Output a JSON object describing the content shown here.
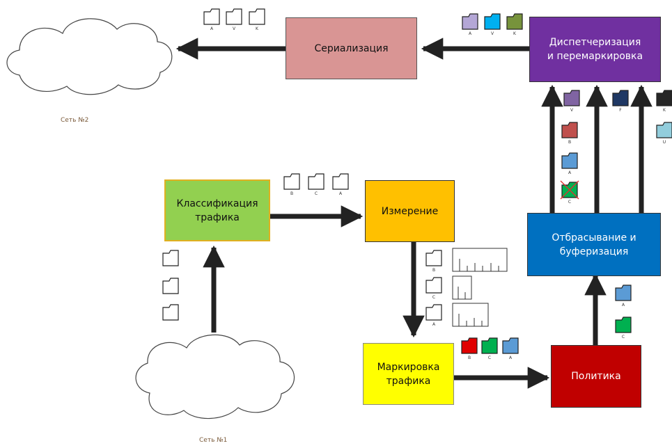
{
  "networks": {
    "net1_label": "Сеть №1",
    "net2_label": "Сеть №2"
  },
  "blocks": {
    "classification": "Классификация\nтрафика",
    "measurement": "Измерение",
    "marking": "Маркировка\nтрафика",
    "policy": "Политика",
    "drop_buffer": "Отбрасывание и\nбуферизация",
    "dispatch": "Диспетчеризация\nи перемаркировка",
    "serialization": "Сериализация"
  },
  "colors": {
    "classification": "#92d050",
    "measurement": "#ffc000",
    "marking": "#ffff00",
    "policy": "#c00000",
    "drop_buffer": "#0070c0",
    "dispatch": "#7030a0",
    "serialization": "#d99594",
    "arrow": "#222222"
  },
  "packet_groups": {
    "after_classification": {
      "labels": [
        "B",
        "C",
        "A"
      ],
      "colors": [
        "#ffffff",
        "#ffffff",
        "#ffffff"
      ]
    },
    "input_stack": {
      "labels": [
        "",
        "",
        ""
      ],
      "colors": [
        "#ffffff",
        "#ffffff",
        "#ffffff"
      ]
    },
    "measured": {
      "labels": [
        "B",
        "C",
        "A"
      ],
      "colors": [
        "#ffffff",
        "#ffffff",
        "#ffffff"
      ]
    },
    "marked": {
      "labels": [
        "B",
        "C",
        "A"
      ],
      "colors": [
        "#e00000",
        "#00b050",
        "#5b9bd5"
      ]
    },
    "policed": {
      "labels": [
        "A",
        "C"
      ],
      "colors": [
        "#5b9bd5",
        "#00b050"
      ]
    },
    "queue1": {
      "labels": [
        "V",
        "B",
        "A",
        "C"
      ],
      "colors": [
        "#8064a2",
        "#c0504d",
        "#5b9bd5",
        "#00b050"
      ],
      "dropped": "C"
    },
    "queue2": {
      "labels": [
        "F"
      ],
      "colors": [
        "#1f3864"
      ]
    },
    "queue3": {
      "labels": [
        "K",
        "U"
      ],
      "colors": [
        "#262626",
        "#92cddc"
      ]
    },
    "after_dispatch": {
      "labels": [
        "A",
        "V",
        "K"
      ],
      "colors": [
        "#b4a7d6",
        "#00b0f0",
        "#77933c"
      ]
    },
    "after_serialization": {
      "labels": [
        "A",
        "V",
        "K"
      ],
      "colors": [
        "#ffffff",
        "#ffffff",
        "#ffffff"
      ]
    }
  }
}
